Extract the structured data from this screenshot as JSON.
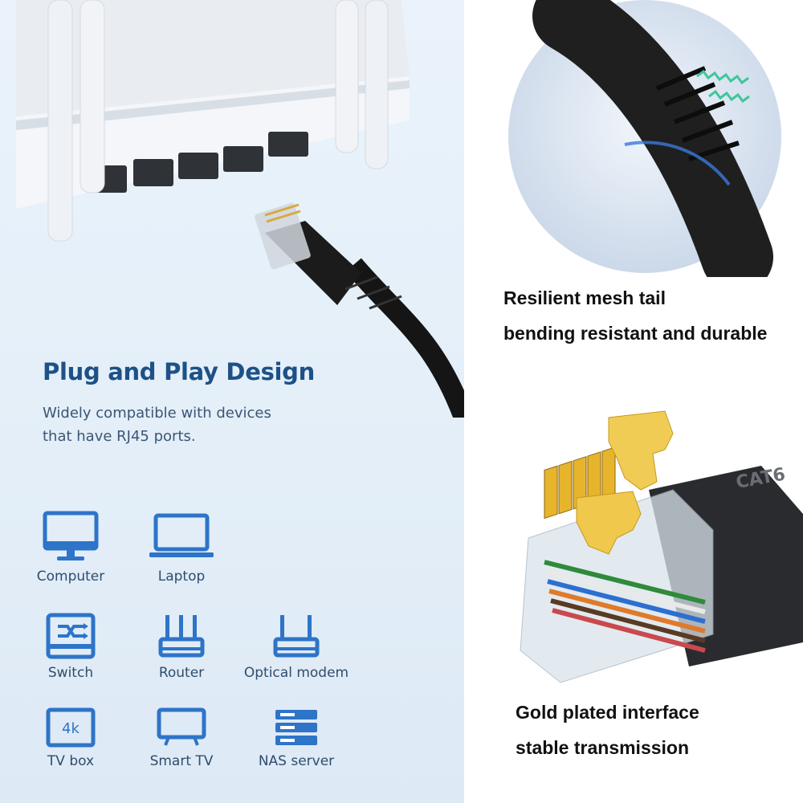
{
  "plug": {
    "title": "Plug and Play Design",
    "desc_line1": "Widely compatible with devices",
    "desc_line2": "that have RJ45 ports."
  },
  "devices": [
    {
      "label": "Computer",
      "icon": "computer-icon"
    },
    {
      "label": "Laptop",
      "icon": "laptop-icon"
    },
    {
      "label": "Switch",
      "icon": "switch-icon"
    },
    {
      "label": "Router",
      "icon": "router-icon"
    },
    {
      "label": "Optical modem",
      "icon": "optical-modem-icon"
    },
    {
      "label": "TV box",
      "icon": "tv-box-icon",
      "badge": "4k"
    },
    {
      "label": "Smart TV",
      "icon": "smart-tv-icon"
    },
    {
      "label": "NAS server",
      "icon": "nas-server-icon"
    }
  ],
  "features": {
    "mesh_line1": "Resilient mesh tail",
    "mesh_line2": "bending resistant and durable",
    "gold_line1": "Gold plated interface",
    "gold_line2": "stable transmission"
  },
  "cable_brand": "CAT6",
  "colors": {
    "headline": "#1d5187",
    "icon_blue": "#2e74c8",
    "text_dark": "#111111",
    "background_left": "#e3eef8"
  }
}
